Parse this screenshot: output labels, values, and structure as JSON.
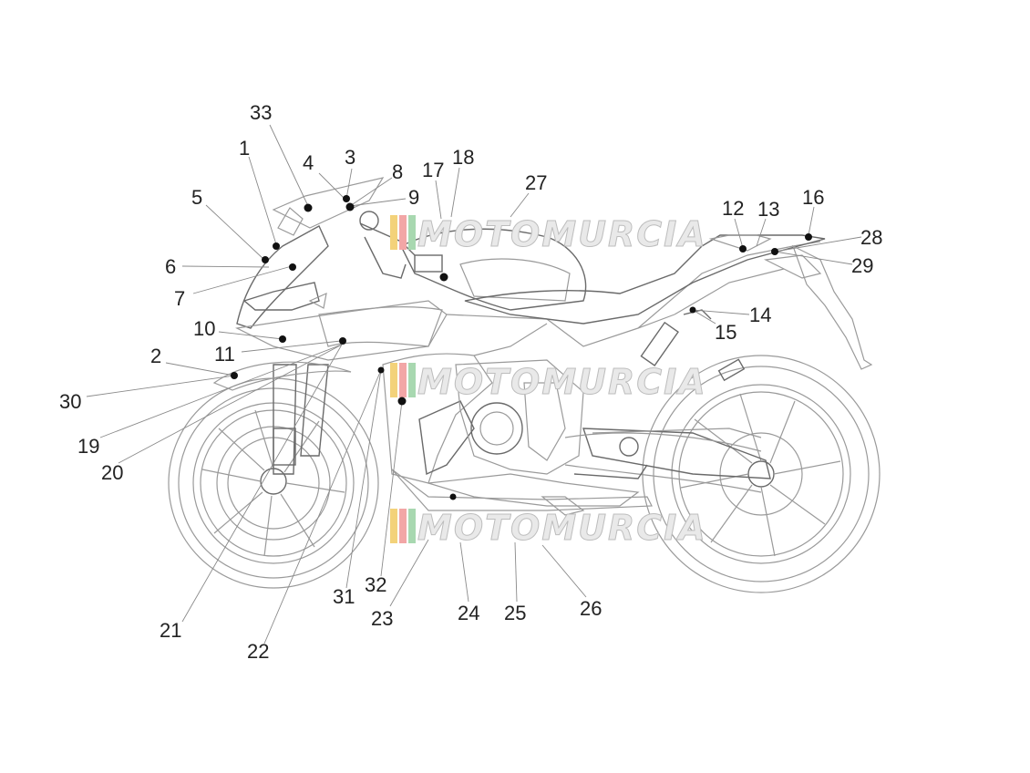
{
  "diagram": {
    "callouts": [
      {
        "id": "c1",
        "label": "1"
      },
      {
        "id": "c2",
        "label": "2"
      },
      {
        "id": "c3",
        "label": "3"
      },
      {
        "id": "c4",
        "label": "4"
      },
      {
        "id": "c5",
        "label": "5"
      },
      {
        "id": "c6",
        "label": "6"
      },
      {
        "id": "c7",
        "label": "7"
      },
      {
        "id": "c8",
        "label": "8"
      },
      {
        "id": "c9",
        "label": "9"
      },
      {
        "id": "c10",
        "label": "10"
      },
      {
        "id": "c11",
        "label": "11"
      },
      {
        "id": "c12",
        "label": "12"
      },
      {
        "id": "c13",
        "label": "13"
      },
      {
        "id": "c14",
        "label": "14"
      },
      {
        "id": "c15",
        "label": "15"
      },
      {
        "id": "c16",
        "label": "16"
      },
      {
        "id": "c17",
        "label": "17"
      },
      {
        "id": "c18",
        "label": "18"
      },
      {
        "id": "c19",
        "label": "19"
      },
      {
        "id": "c20",
        "label": "20"
      },
      {
        "id": "c21",
        "label": "21"
      },
      {
        "id": "c22",
        "label": "22"
      },
      {
        "id": "c23",
        "label": "23"
      },
      {
        "id": "c24",
        "label": "24"
      },
      {
        "id": "c25",
        "label": "25"
      },
      {
        "id": "c26",
        "label": "26"
      },
      {
        "id": "c27",
        "label": "27"
      },
      {
        "id": "c28",
        "label": "28"
      },
      {
        "id": "c29",
        "label": "29"
      },
      {
        "id": "c30",
        "label": "30"
      },
      {
        "id": "c31",
        "label": "31"
      },
      {
        "id": "c32",
        "label": "32"
      },
      {
        "id": "c33",
        "label": "33"
      }
    ]
  },
  "watermark": {
    "text": "MOTOMURCIA",
    "stripe_colors": [
      "#f3d27a",
      "#f2a6a6",
      "#a8d8b0"
    ]
  }
}
